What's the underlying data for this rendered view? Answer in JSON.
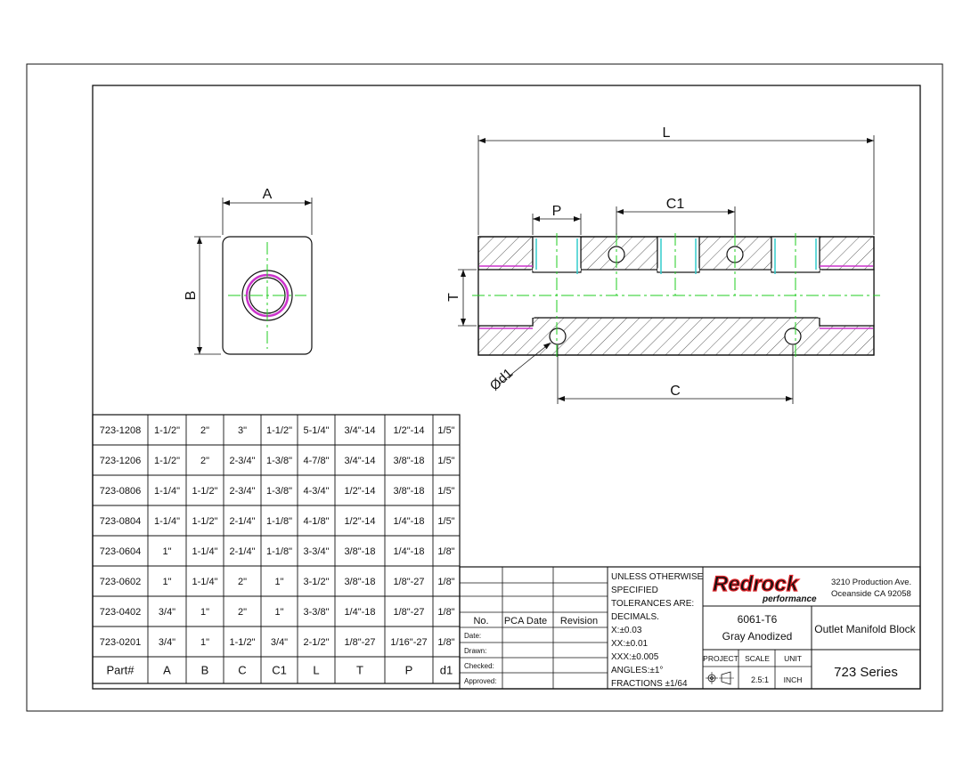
{
  "dimensions": {
    "A": "A",
    "B": "B",
    "L": "L",
    "P": "P",
    "C1": "C1",
    "T": "T",
    "C": "C",
    "d1": "Ød1"
  },
  "parts_table": {
    "headers": [
      "Part#",
      "A",
      "B",
      "C",
      "C1",
      "L",
      "T",
      "P",
      "d1"
    ],
    "rows": [
      [
        "723-1208",
        "1-1/2\"",
        "2\"",
        "3\"",
        "1-1/2\"",
        "5-1/4\"",
        "3/4\"-14",
        "1/2\"-14",
        "1/5\""
      ],
      [
        "723-1206",
        "1-1/2\"",
        "2\"",
        "2-3/4\"",
        "1-3/8\"",
        "4-7/8\"",
        "3/4\"-14",
        "3/8\"-18",
        "1/5\""
      ],
      [
        "723-0806",
        "1-1/4\"",
        "1-1/2\"",
        "2-3/4\"",
        "1-3/8\"",
        "4-3/4\"",
        "1/2\"-14",
        "3/8\"-18",
        "1/5\""
      ],
      [
        "723-0804",
        "1-1/4\"",
        "1-1/2\"",
        "2-1/4\"",
        "1-1/8\"",
        "4-1/8\"",
        "1/2\"-14",
        "1/4\"-18",
        "1/5\""
      ],
      [
        "723-0604",
        "1\"",
        "1-1/4\"",
        "2-1/4\"",
        "1-1/8\"",
        "3-3/4\"",
        "3/8\"-18",
        "1/4\"-18",
        "1/8\""
      ],
      [
        "723-0602",
        "1\"",
        "1-1/4\"",
        "2\"",
        "1\"",
        "3-1/2\"",
        "3/8\"-18",
        "1/8\"-27",
        "1/8\""
      ],
      [
        "723-0402",
        "3/4\"",
        "1\"",
        "2\"",
        "1\"",
        "3-3/8\"",
        "1/4\"-18",
        "1/8\"-27",
        "1/8\""
      ],
      [
        "723-0201",
        "3/4\"",
        "1\"",
        "1-1/2\"",
        "3/4\"",
        "2-1/2\"",
        "1/8\"-27",
        "1/16\"-27",
        "1/8\""
      ]
    ]
  },
  "revision_block": {
    "headers": [
      "No.",
      "PCA  Date",
      "Revision"
    ],
    "signoffs": [
      "Date:",
      "Drawn:",
      "Checked:",
      "Approved:"
    ]
  },
  "tolerances": [
    "UNLESS OTHERWISE",
    "SPECIFIED",
    "TOLERANCES ARE:",
    "DECIMALS.",
    "X:±0.03",
    "XX:±0.01",
    "XXX:±0.005",
    "ANGLES:±1°",
    "FRACTIONS ±1/64"
  ],
  "company": {
    "logo_main": "Redrock",
    "logo_sub": "performance",
    "address_line1": "3210 Production Ave.",
    "address_line2": "Oceanside CA 92058"
  },
  "material": {
    "line1": "6061-T6",
    "line2": "Gray Anodized"
  },
  "title": "Outlet Manifold Block",
  "series": "723 Series",
  "info_block": {
    "project_label": "PROJECT",
    "scale_label": "SCALE",
    "unit_label": "UNIT",
    "scale_value": "2.5:1",
    "unit_value": "INCH"
  },
  "colors": {
    "line": "#111111",
    "centerline": "#22cc22",
    "thread": "#cc33cc",
    "hidden": "#33cccc",
    "logo_red": "#e0262b",
    "logo_blue": "#1b4fa0"
  }
}
